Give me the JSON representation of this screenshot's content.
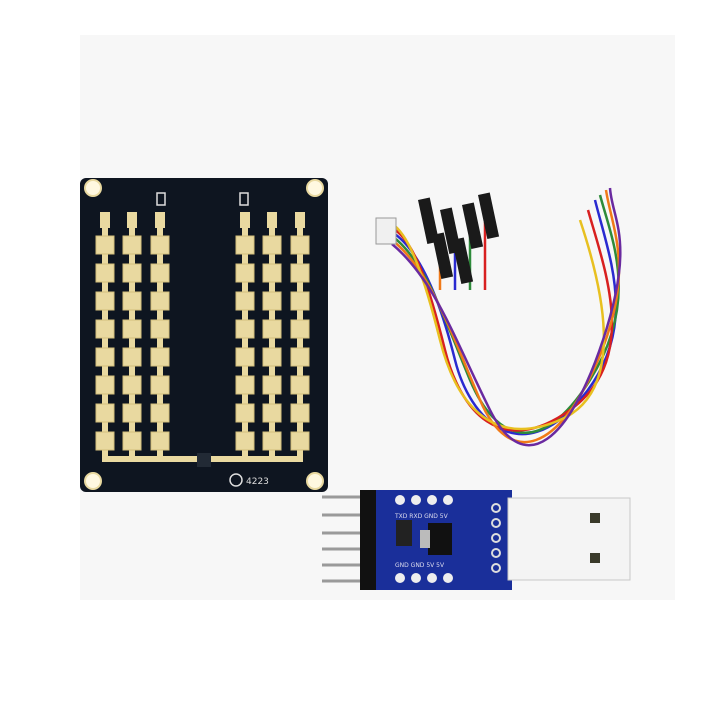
{
  "photo": {
    "background": "#ffffff",
    "backdrop": "#f4f4f4"
  },
  "radar_board": {
    "pcb_color": "#0e1520",
    "antenna_color": "#e9d9a0",
    "marking": "4223"
  },
  "cable": {
    "wire_colors": [
      "#2a2ad0",
      "#2e8b3a",
      "#d82020",
      "#f07a18",
      "#e8c020",
      "#6a2aa0",
      "#1a1a1a"
    ]
  },
  "usb_module": {
    "pcb_color": "#1a2f9a",
    "top_pin_labels": "TXD RXD GND 5V",
    "bottom_pin_labels": "GND GND 5V 5V"
  }
}
